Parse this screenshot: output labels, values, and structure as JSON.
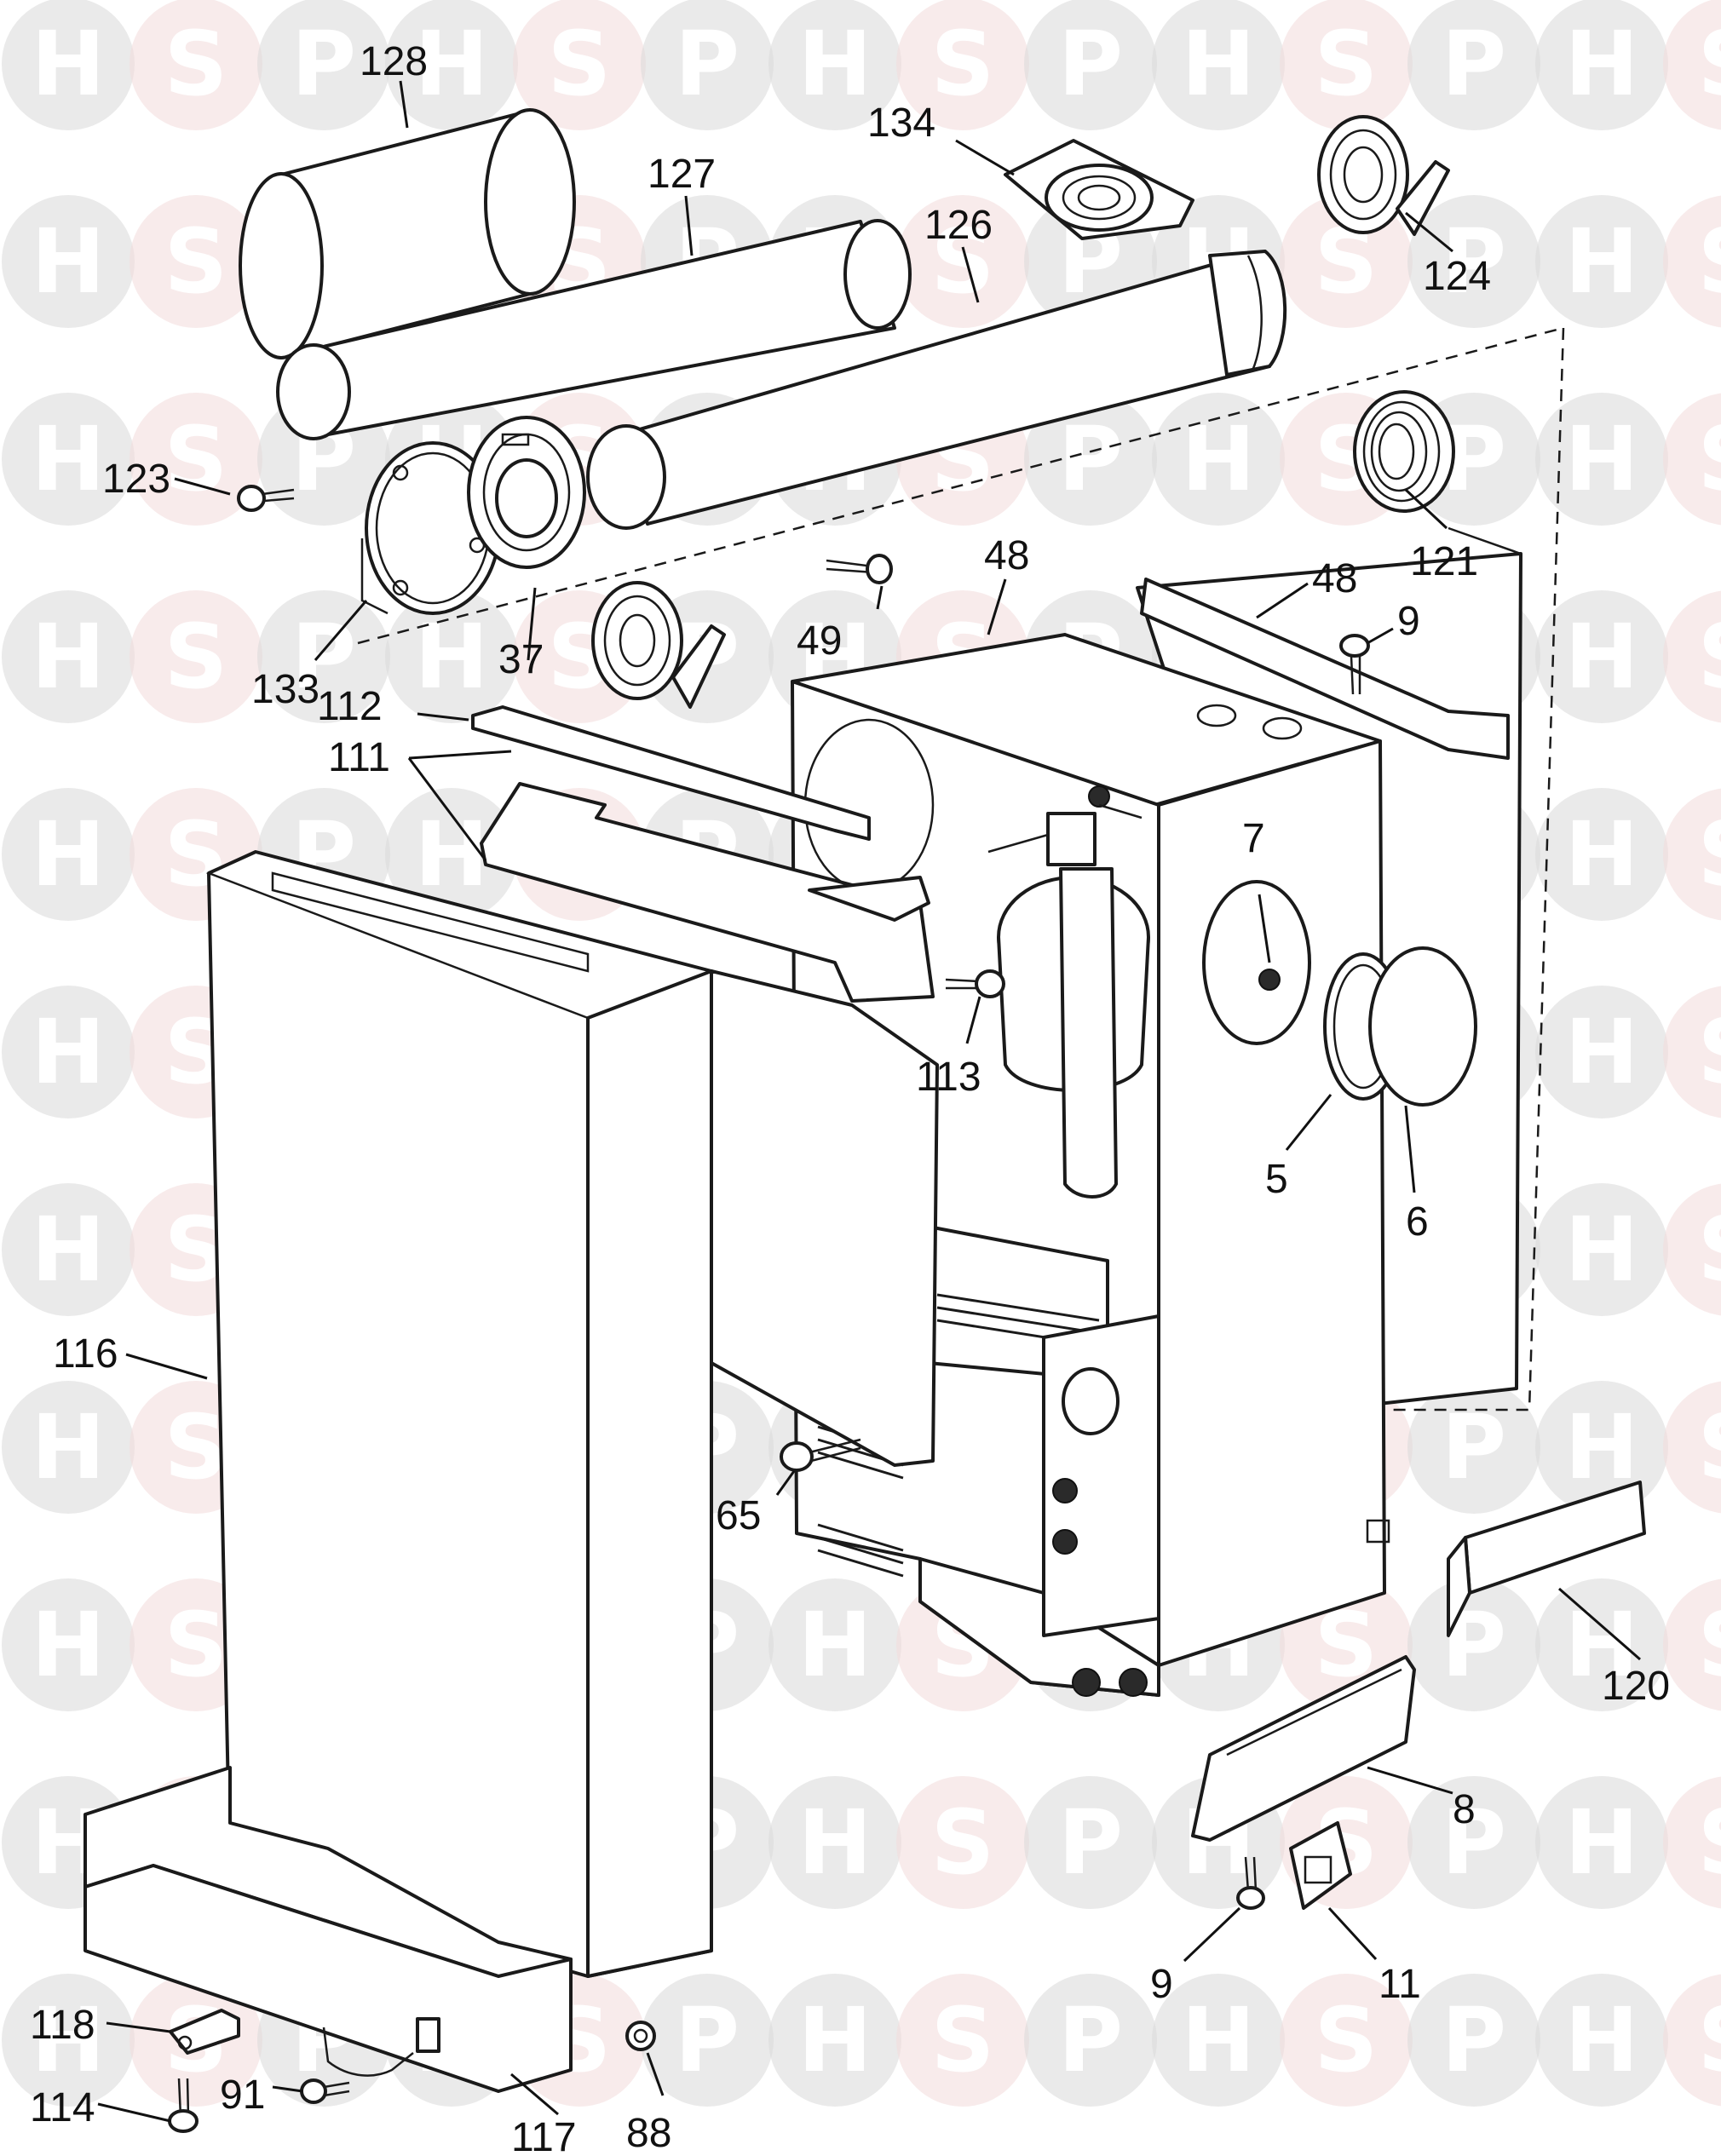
{
  "watermark": {
    "letters": [
      "H",
      "S",
      "P"
    ],
    "colors": {
      "h": "#d9d9d9",
      "s": "#f3dada",
      "p": "#d9d9d9",
      "logo_h": "#8fb7e0",
      "logo_s": "#f0b3b3",
      "logo_p": "#f0b3b3"
    }
  },
  "part_labels": [
    {
      "id": "128",
      "text": "128"
    },
    {
      "id": "127",
      "text": "127"
    },
    {
      "id": "126",
      "text": "126"
    },
    {
      "id": "134",
      "text": "134"
    },
    {
      "id": "124",
      "text": "124"
    },
    {
      "id": "123",
      "text": "123"
    },
    {
      "id": "121",
      "text": "121"
    },
    {
      "id": "37",
      "text": "37"
    },
    {
      "id": "133",
      "text": "133"
    },
    {
      "id": "49",
      "text": "49"
    },
    {
      "id": "48a",
      "text": "48"
    },
    {
      "id": "48b",
      "text": "48"
    },
    {
      "id": "9a",
      "text": "9"
    },
    {
      "id": "112",
      "text": "112"
    },
    {
      "id": "111",
      "text": "111"
    },
    {
      "id": "7",
      "text": "7"
    },
    {
      "id": "113",
      "text": "113"
    },
    {
      "id": "5",
      "text": "5"
    },
    {
      "id": "6",
      "text": "6"
    },
    {
      "id": "116",
      "text": "116"
    },
    {
      "id": "65",
      "text": "65"
    },
    {
      "id": "120",
      "text": "120"
    },
    {
      "id": "8",
      "text": "8"
    },
    {
      "id": "9b",
      "text": "9"
    },
    {
      "id": "11",
      "text": "11"
    },
    {
      "id": "118",
      "text": "118"
    },
    {
      "id": "114",
      "text": "114"
    },
    {
      "id": "91",
      "text": "91"
    },
    {
      "id": "117",
      "text": "117"
    },
    {
      "id": "88",
      "text": "88"
    }
  ]
}
